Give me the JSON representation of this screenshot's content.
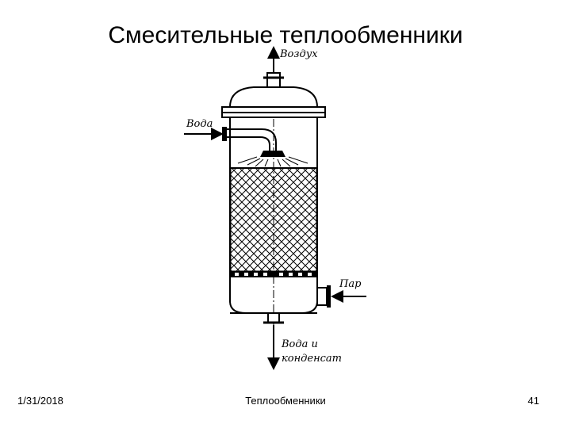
{
  "slide": {
    "title": "Смесительные теплообменники",
    "footer_date": "1/31/2018",
    "footer_center": "Теплообменники",
    "page_number": "41"
  },
  "diagram": {
    "labels": {
      "air": "Воздух",
      "water_in": "Вода",
      "steam": "Пар",
      "outlet_line1": "Вода и",
      "outlet_line2": "конденсат"
    }
  }
}
